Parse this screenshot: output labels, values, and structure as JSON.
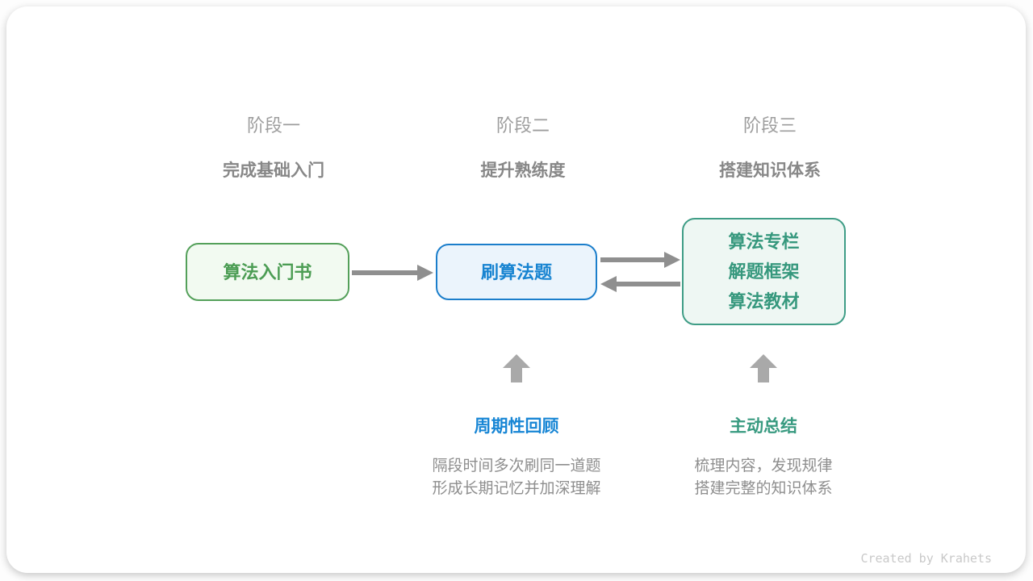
{
  "stages": [
    {
      "label": "阶段一",
      "subtitle": "完成基础入门"
    },
    {
      "label": "阶段二",
      "subtitle": "提升熟练度"
    },
    {
      "label": "阶段三",
      "subtitle": "搭建知识体系"
    }
  ],
  "nodes": [
    {
      "theme": "green",
      "lines": [
        "算法入门书"
      ]
    },
    {
      "theme": "blue",
      "lines": [
        "刷算法题"
      ]
    },
    {
      "theme": "teal",
      "lines": [
        "算法专栏",
        "解题框架",
        "算法教材"
      ]
    }
  ],
  "annotations": [
    {
      "title": "周期性回顾",
      "desc_line1": "隔段时间多次刷同一道题",
      "desc_line2": "形成长期记忆并加深理解"
    },
    {
      "title": "主动总结",
      "desc_line1": "梳理内容，发现规律",
      "desc_line2": "搭建完整的知识体系"
    }
  ],
  "credit": "Created by Krahets",
  "colors": {
    "greenBorder": "#54a05a",
    "greenBg": "#f2faf1",
    "greenText": "#4c9d54",
    "blueBorder": "#1b7ecb",
    "blueBg": "#ebf4fc",
    "blueText": "#1884d1",
    "tealBorder": "#3f9d86",
    "tealBg": "#eef7f3",
    "tealText": "#36987d",
    "arrowGray": "#8f8f8f",
    "upArrowGray": "#a9a9a9",
    "stageLabel": "#9d9d9d",
    "stageSubtitle": "#878787",
    "descText": "#8e8e8e",
    "annotationBlue": "#1886d5",
    "annotationTeal": "#389a80",
    "creditGray": "#c9c9c9"
  }
}
